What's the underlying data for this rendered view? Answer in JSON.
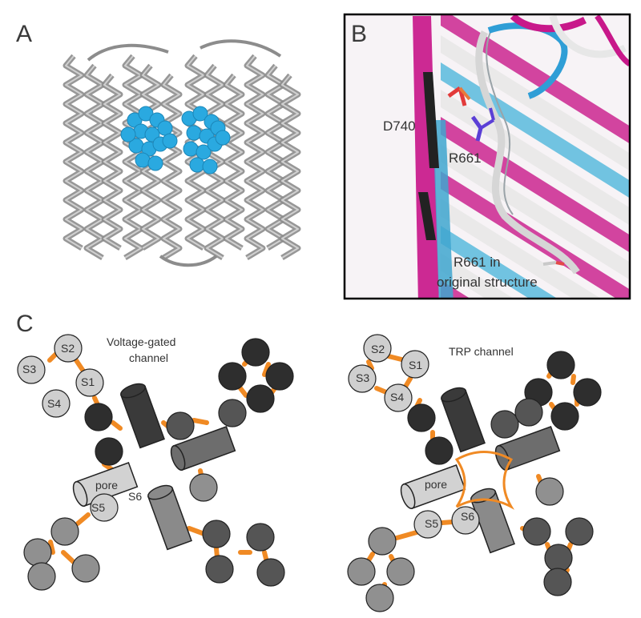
{
  "panels": {
    "a": {
      "letter": "A"
    },
    "b": {
      "letter": "B",
      "labels": {
        "d740": "D740",
        "r661": "R661",
        "r661_orig_1": "R661 in",
        "r661_orig_2": "original structure"
      }
    },
    "c": {
      "letter": "C",
      "vgc": {
        "title_1": "Voltage-gated",
        "title_2": "channel",
        "s1": "S1",
        "s2": "S2",
        "s3": "S3",
        "s4": "S4",
        "s5": "S5",
        "s6": "S6",
        "pore": "pore"
      },
      "trp": {
        "title": "TRP channel",
        "s1": "S1",
        "s2": "S2",
        "s3": "S3",
        "s4": "S4",
        "s5": "S5",
        "s6": "S6",
        "pore": "pore"
      }
    }
  },
  "colors": {
    "helix_gray": "#8c8c8c",
    "sphere_cyan": "#2aa9e0",
    "magenta": "#c8188a",
    "cyan_strand": "#4fb7dc",
    "white_strand": "#e6e6e6",
    "orange_link": "#f08a24",
    "light_domain": "#cfcfcf",
    "mid_domain": "#909090",
    "dark_domain": "#555555",
    "darkest_domain": "#2e2e2e"
  }
}
